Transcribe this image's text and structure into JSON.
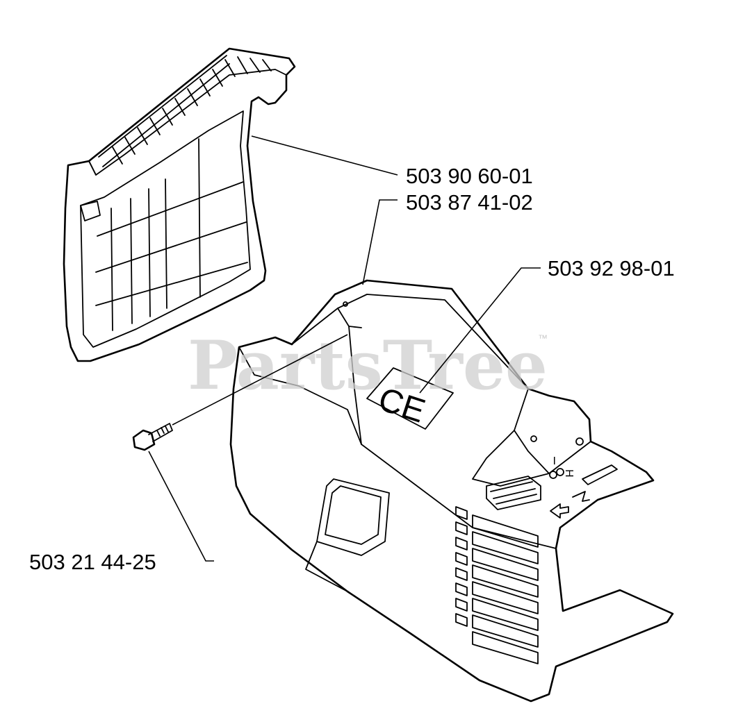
{
  "watermark": {
    "text": "PartsTree",
    "trademark": "™"
  },
  "parts": [
    {
      "id": "filter_cover",
      "number": "503 90 60-01"
    },
    {
      "id": "cylinder_cover",
      "number": "503 87 41-02"
    },
    {
      "id": "ce_decal",
      "number": "503 92 98-01"
    },
    {
      "id": "screw",
      "number": "503 21 44-25"
    }
  ],
  "decal": {
    "mark": "CE"
  },
  "control_symbols": {
    "choke": "I",
    "stop": "H"
  }
}
